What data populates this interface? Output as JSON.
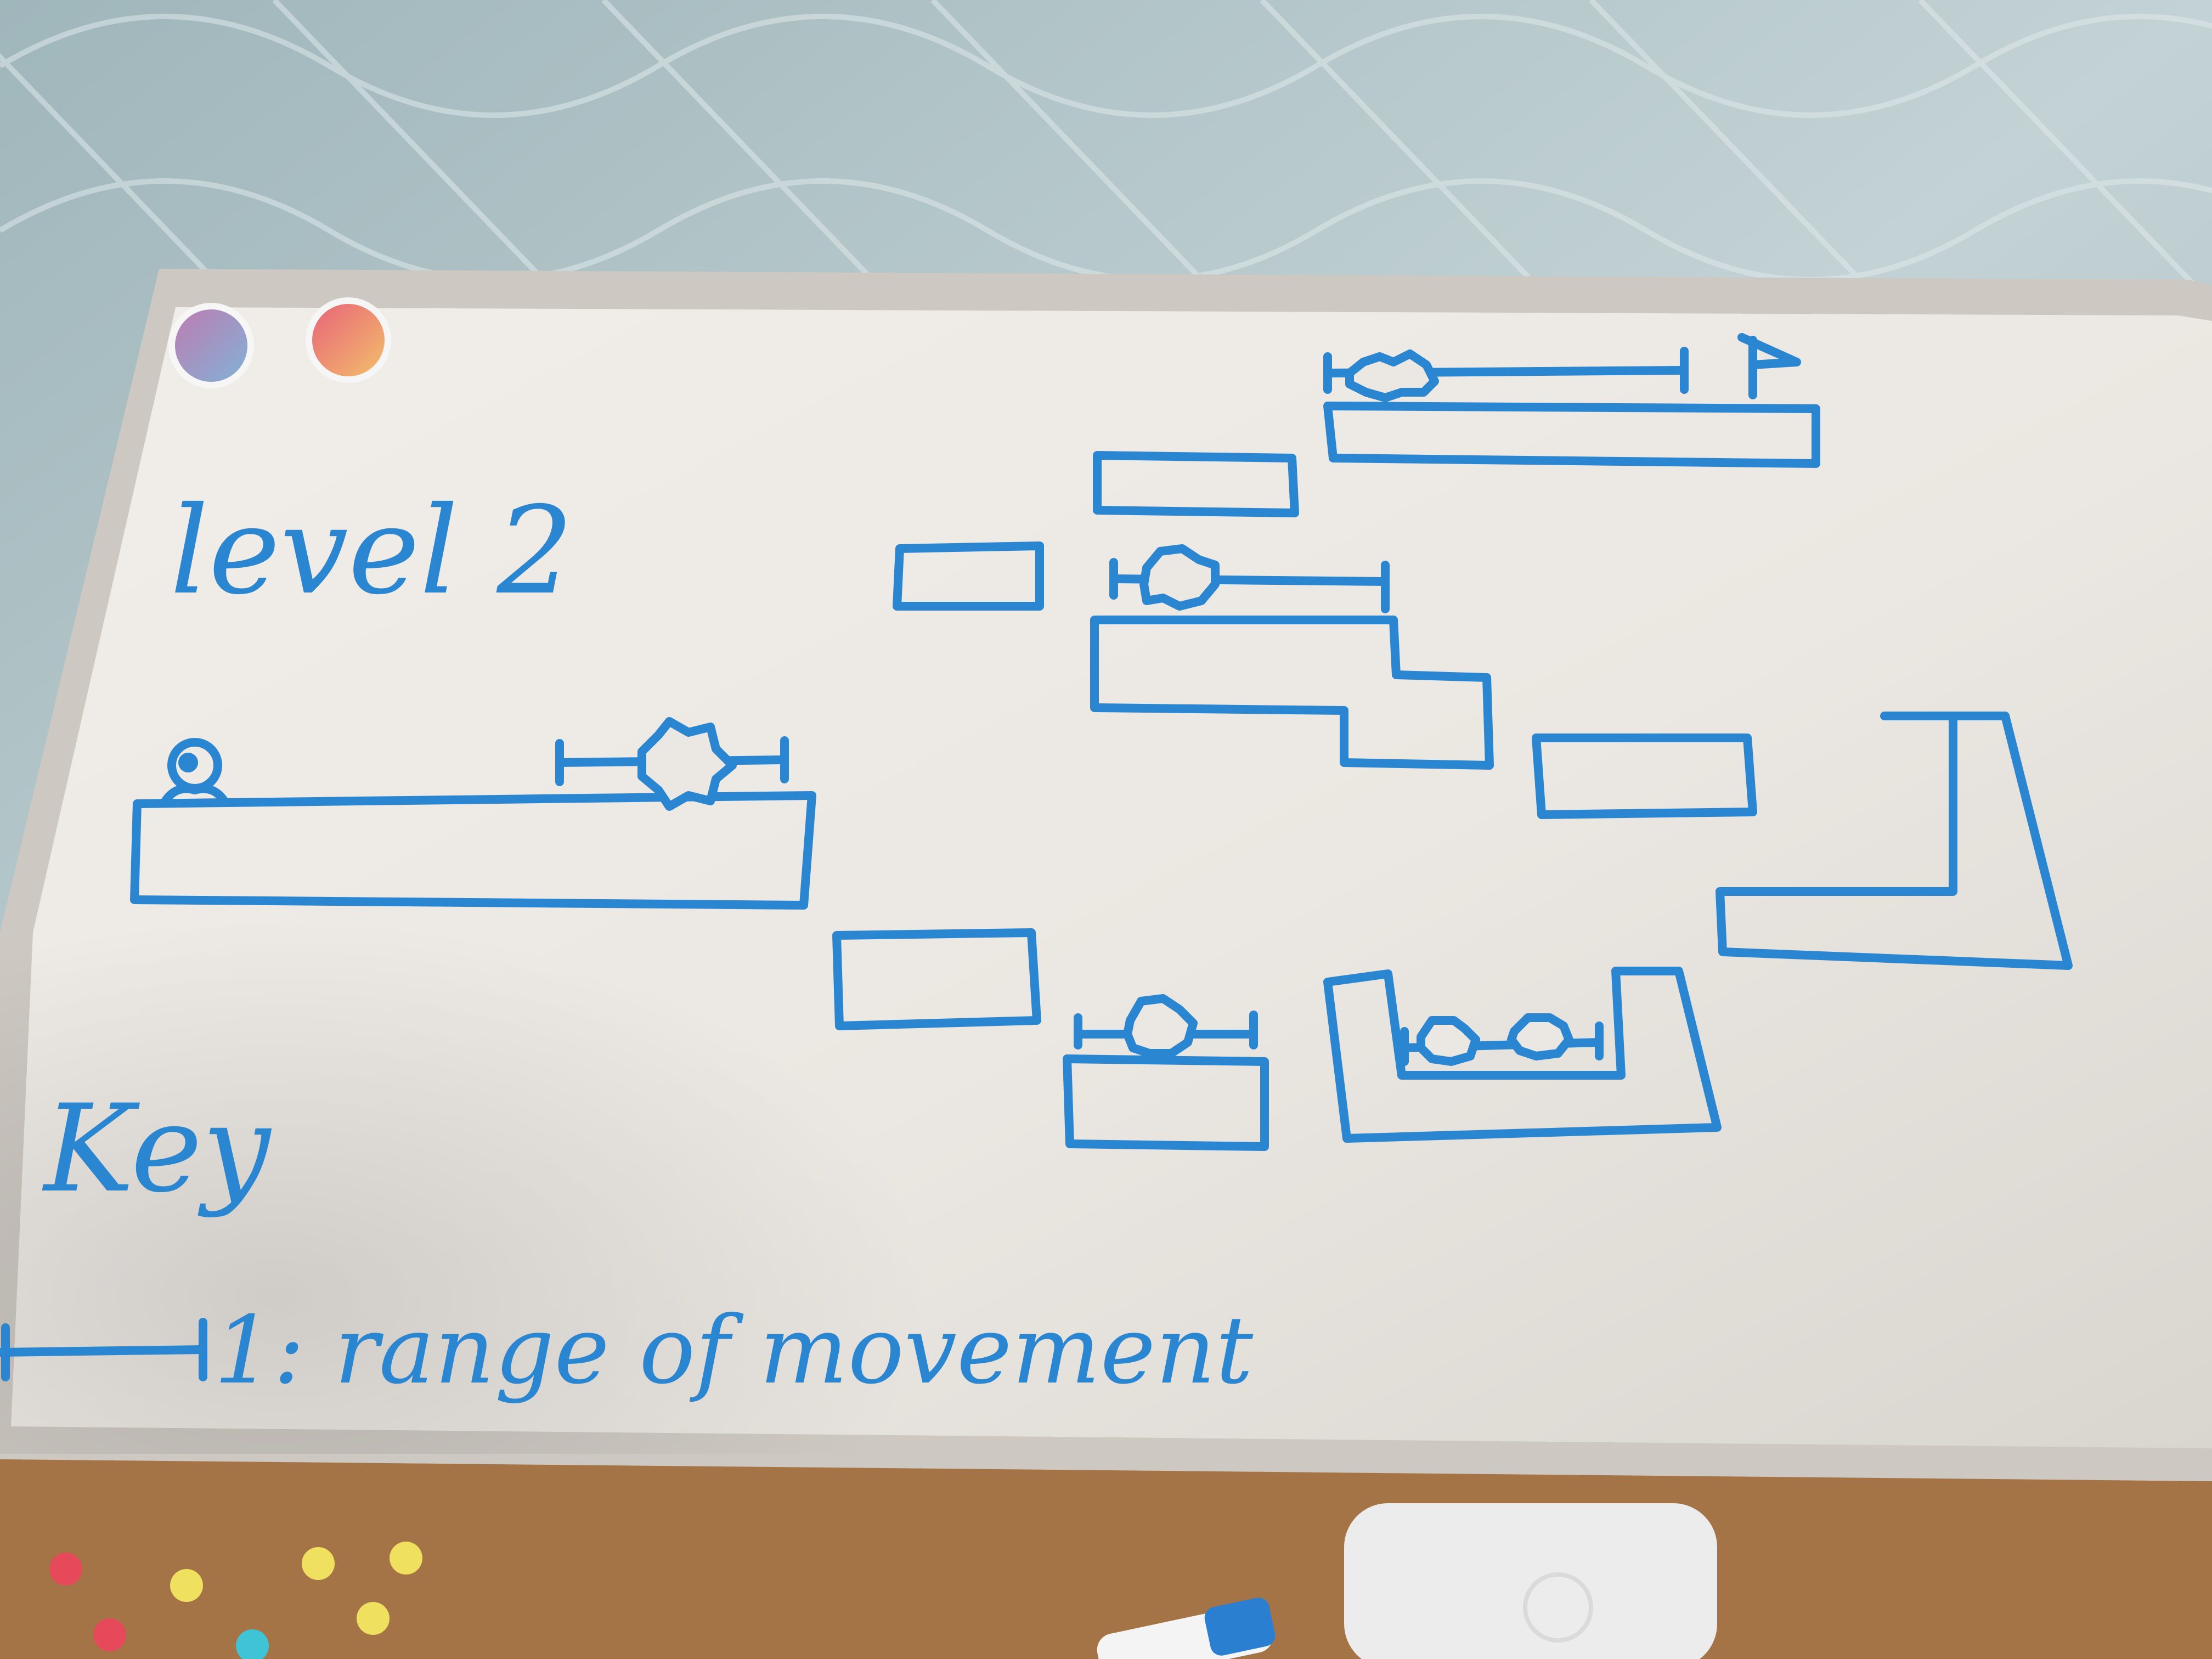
{
  "title": "level 2",
  "key_heading": "Key",
  "key_entry": "1: range of movement",
  "colors": {
    "marker": "#2b86d2",
    "whiteboard": "#ebe8e3",
    "frame": "#cfcac4",
    "mattress": "#b5c8cc",
    "cork": "#a97a4c"
  },
  "elements": {
    "player": "player-icon",
    "enemy": "spiky-enemy-icon",
    "goal": "goal-flag-icon",
    "range": "range-of-movement-marker"
  },
  "counts": {
    "enemies": 6,
    "platforms": 10
  }
}
